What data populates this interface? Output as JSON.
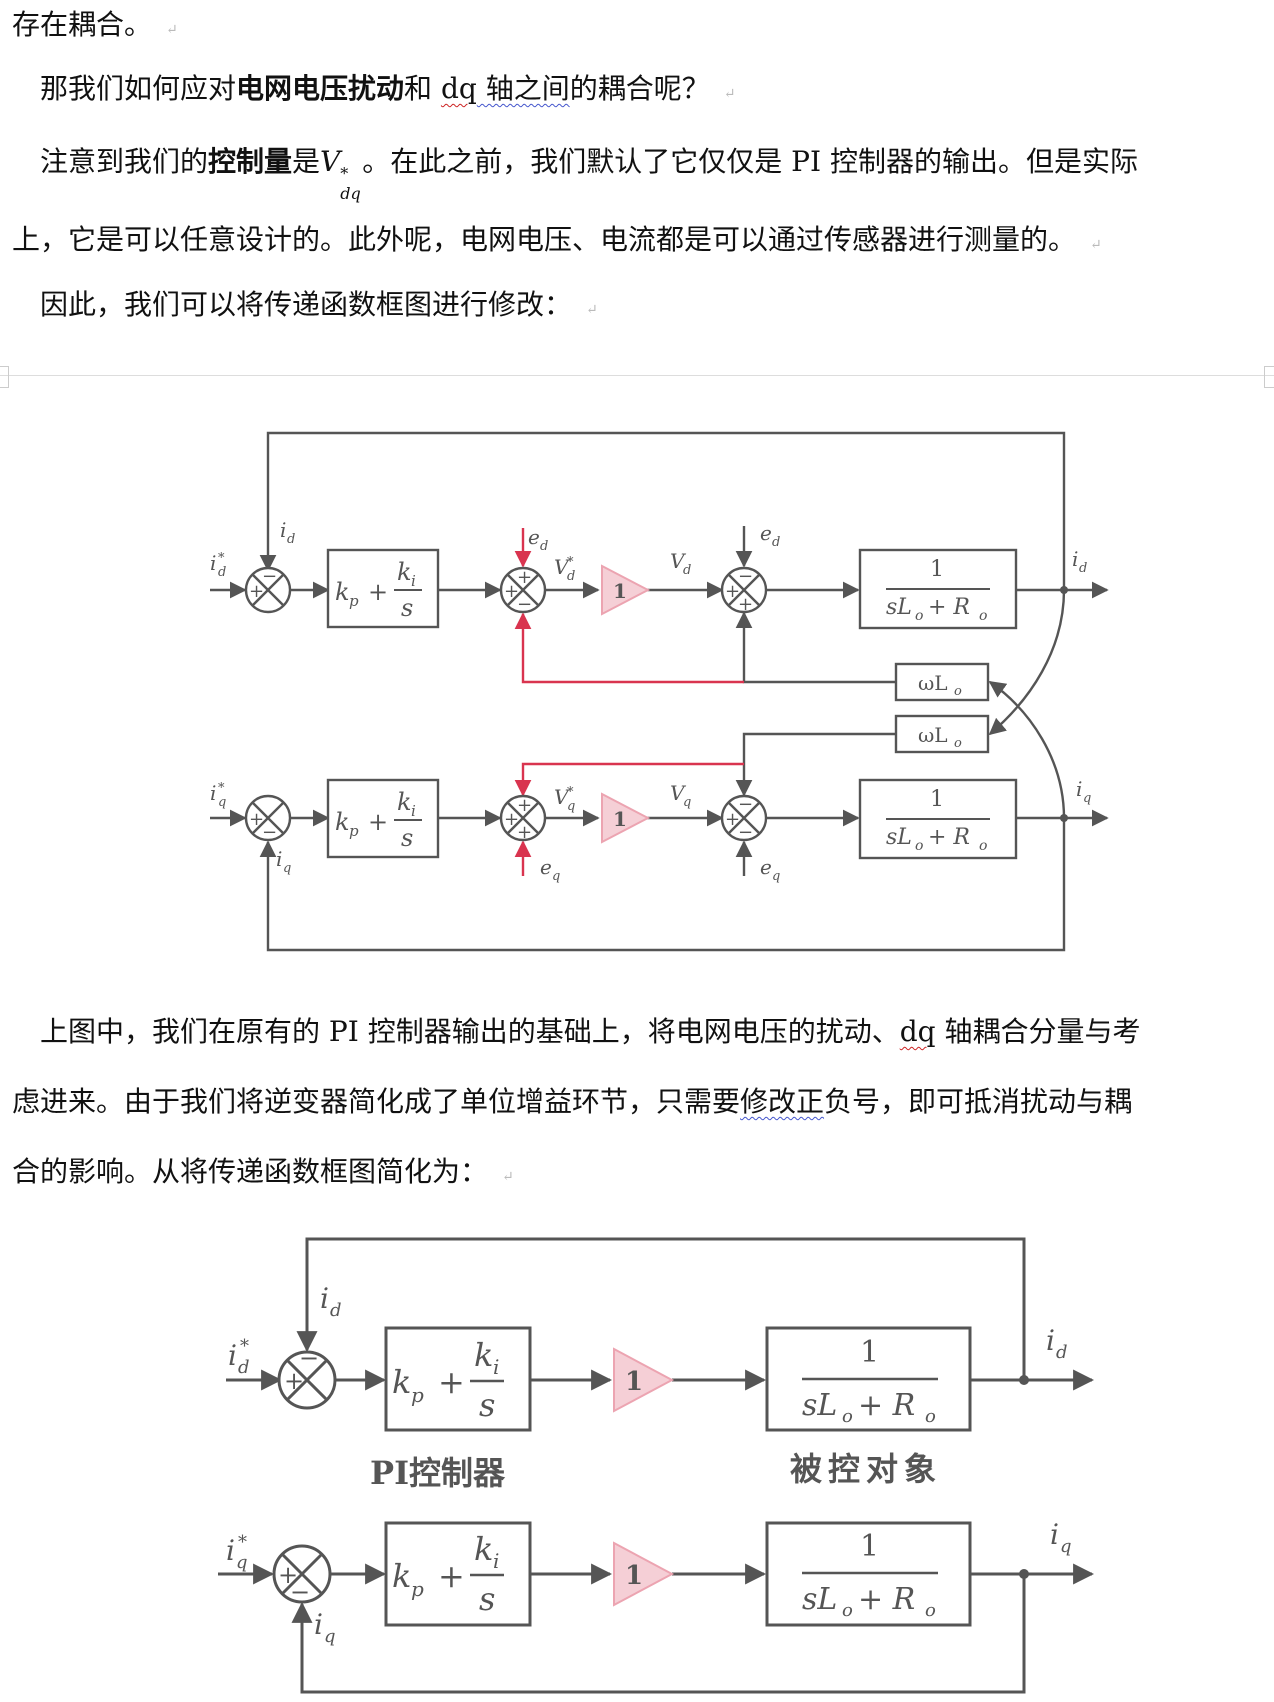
{
  "paragraphs": {
    "p0": "存在耦合。",
    "p1_a": "那我们如何应对",
    "p1_bold": "电网电压扰动",
    "p1_b": "和 ",
    "p1_dq": "dq",
    "p1_c": " 轴之间",
    "p1_d": "的耦合呢？",
    "p2_a": "注意到我们的",
    "p2_bold": "控制量",
    "p2_b": "是",
    "p2_var": "V",
    "p2_sup": "*",
    "p2_sub": "dq",
    "p2_c": "。在此之前，我们默认了它仅仅是 PI 控制器的输出。但是实际",
    "p3": "上，它是可以任意设计的。此外呢，电网电压、电流都是可以通过传感器进行测量的。",
    "p4": "因此，我们可以将传递函数框图进行修改：",
    "p5_a": "上图中，我们在原有的 PI 控制器输出的基础上，将电网电压的扰动、",
    "p5_dq": "dq",
    "p5_b": " 轴耦合分量与考",
    "p6_a": "虑进来。由于我们将逆变器简化成了单位增益环节，只需要",
    "p6_wavy": "修改正",
    "p6_b": "负号，即可抵消扰动与耦",
    "p7": "合的影响。从将传递函数框图简化为：",
    "para_mark": "↵"
  },
  "diagram1": {
    "colors": {
      "line": "#555555",
      "feedforward": "#d9344f",
      "gain_fill": "#f5cfd6",
      "gain_stroke": "#eca4b1"
    },
    "labels": {
      "id_ref": "i",
      "id_ref_sub": "d",
      "star": "*",
      "id": "i",
      "d": "d",
      "q": "q",
      "ed": "e",
      "eq": "e",
      "Vd_star": "V",
      "Vd": "V",
      "gain": "1",
      "pi_kp": "k",
      "pi_p": "p",
      "pi_plus": "+",
      "pi_ki": "k",
      "pi_i": "i",
      "pi_s": "s",
      "plant_num": "1",
      "plant_den": "sL",
      "plant_o": "o",
      "plant_plus": "+ R",
      "wL": "ωL",
      "wL_sub": "o",
      "plus": "+",
      "minus": "−"
    }
  },
  "diagram2": {
    "pi_caption": "PI控制器",
    "plant_caption": "被控对象"
  }
}
